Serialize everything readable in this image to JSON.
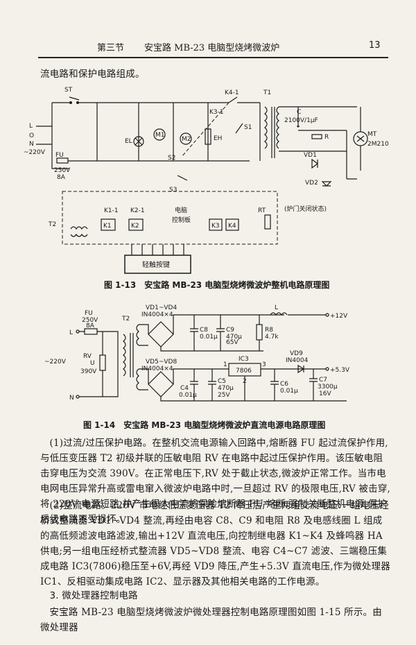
{
  "header": {
    "section": "第三节",
    "title": "安宝路 MB-23 电脑型烧烤微波炉",
    "page_number": "13"
  },
  "intro_line": "流电路和保护电路组成。",
  "fig13": {
    "caption": "图 1-13　安宝路 MB-23 电脑型烧烤微波炉整机电路原理图",
    "labels": {
      "ST": "ST",
      "L": "L",
      "O": "O",
      "N": "N",
      "V220": "~220V",
      "FU": "FU",
      "FU_rating1": "250V",
      "FU_rating2": "8A",
      "K41": "K4-1",
      "T1": "T1",
      "K31": "K3-1",
      "S1": "S1",
      "EL": "EL",
      "M1": "M1",
      "M2": "M2",
      "EH": "EH",
      "S2": "S2",
      "S3": "S3",
      "C": "C",
      "C_val": "2100V/1μF",
      "R": "R",
      "VD1": "VD1",
      "VD2": "VD2",
      "MT": "MT",
      "MT_model": "2M210",
      "T2": "T2",
      "K11": "K1-1",
      "K21": "K2-1",
      "K1": "K1",
      "K2": "K2",
      "K3": "K3",
      "K4": "K4",
      "board1": "电脑",
      "board2": "控制板",
      "RT": "RT",
      "door_state": "(炉门关闭状态)",
      "keypad": "轻触按键"
    }
  },
  "fig14": {
    "caption": "图 1-14　安宝路 MB-23 电脑型烧烤微波炉直流电源电路原理图",
    "labels": {
      "FU": "FU",
      "FU_v": "250V",
      "FU_a": "8A",
      "L": "L",
      "N": "N",
      "V220": "~220V",
      "RV": "RV",
      "U": "U",
      "RV_v": "390V",
      "T2": "T2",
      "bridge1": "VD1~VD4",
      "bridge1_type": "IN4004×4",
      "bridge2": "VD5~VD8",
      "bridge2_type": "IN4004×4",
      "C8": "C8",
      "C8_v": "0.01μ",
      "C9": "C9",
      "C9_v1": "470μ",
      "C9_v2": "65V",
      "R8": "R8",
      "R8_v": "4.7k",
      "Lind": "L",
      "out12": "+12V",
      "C4": "C4",
      "C4_v": "0.01μ",
      "C5": "C5",
      "C5_v1": "470μ",
      "C5_v2": "25V",
      "IC3": "IC3",
      "IC3_model": "7806",
      "pin1": "1",
      "pin2": "2",
      "pin3": "3",
      "VD9": "VD9",
      "VD9_type": "IN4004",
      "C6": "C6",
      "C6_v": "0.01μ",
      "C7": "C7",
      "C7_v1": "3300μ",
      "C7_v2": "16V",
      "out53": "+5.3V"
    }
  },
  "paragraphs": [
    "(1)过流/过压保护电路。在整机交流电源输入回路中,熔断器 FU 起过流保护作用,与低压变压器 T2 初级并联的压敏电阻 RV 在电路中起过压保护作用。该压敏电阻击穿电压为交流 390V。在正常电压下,RV 处于截止状态,微波炉正常工作。当市电电网电压异常升高或雷电窜入微波炉电路中时,一旦超过 RV 的极限电压,RV 被击穿,将 220V 电源短路,并产生很大电流将保险熔断器 FU 熔断,强制关断整机电源,保护后级电路不受损坏。",
    "(2)整流电路。220V 市电经低压变压器 T2 降压后产生两组交流电压:一组电压经桥式整流器 VD1~VD4 整流,再经由电容 C8、C9 和电阻 R8 及电感线圈 L 组成的高低频滤波电路滤波,输出+12V 直流电压,向控制继电器 K1~K4 及蜂鸣器 HA 供电;另一组电压经桥式整流器 VD5~VD8 整流、电容 C4~C7 滤波、三端稳压集成电路 IC3(7806)稳压至+6V,再经 VD9 降压,产生+5.3V 直流电压,作为微处理器 IC1、反相驱动集成电路 IC2、显示器及其他相关电路的工作电源。",
    "3. 微处理器控制电路",
    "安宝路 MB-23 电脑型烧烤微波炉微处理器控制电路原理图如图 1-15 所示。由微处理器"
  ]
}
